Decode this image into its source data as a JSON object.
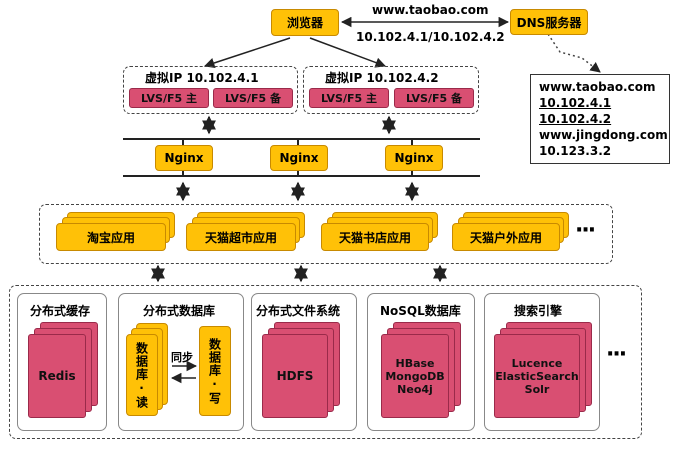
{
  "browser": "浏览器",
  "dns": {
    "label": "DNS服务器",
    "query_domain": "www.taobao.com",
    "response_ips": "10.102.4.1/10.102.4.2",
    "records": [
      "www.taobao.com",
      "10.102.4.1",
      "10.102.4.2",
      "www.jingdong.com",
      "10.123.3.2"
    ]
  },
  "lvs": [
    {
      "title": "虚拟IP 10.102.4.1",
      "master": "LVS/F5 主",
      "backup": "LVS/F5 备"
    },
    {
      "title": "虚拟IP 10.102.4.2",
      "master": "LVS/F5 主",
      "backup": "LVS/F5 备"
    }
  ],
  "nginx": [
    "Nginx",
    "Nginx",
    "Nginx"
  ],
  "apps": [
    "淘宝应用",
    "天猫超市应用",
    "天猫书店应用",
    "天猫户外应用"
  ],
  "apps_more": "···",
  "storage": {
    "cache": {
      "title": "分布式缓存",
      "content": "Redis"
    },
    "db": {
      "title": "分布式数据库",
      "read": "数据库·读",
      "write": "数据库·写",
      "sync": "同步"
    },
    "fs": {
      "title": "分布式文件系统",
      "content": "HDFS"
    },
    "nosql": {
      "title": "NoSQL数据库",
      "content": [
        "HBase",
        "MongoDB",
        "Neo4j"
      ]
    },
    "search": {
      "title": "搜索引擎",
      "content": [
        "Lucence",
        "ElasticSearch",
        "Solr"
      ]
    },
    "more": "···"
  }
}
